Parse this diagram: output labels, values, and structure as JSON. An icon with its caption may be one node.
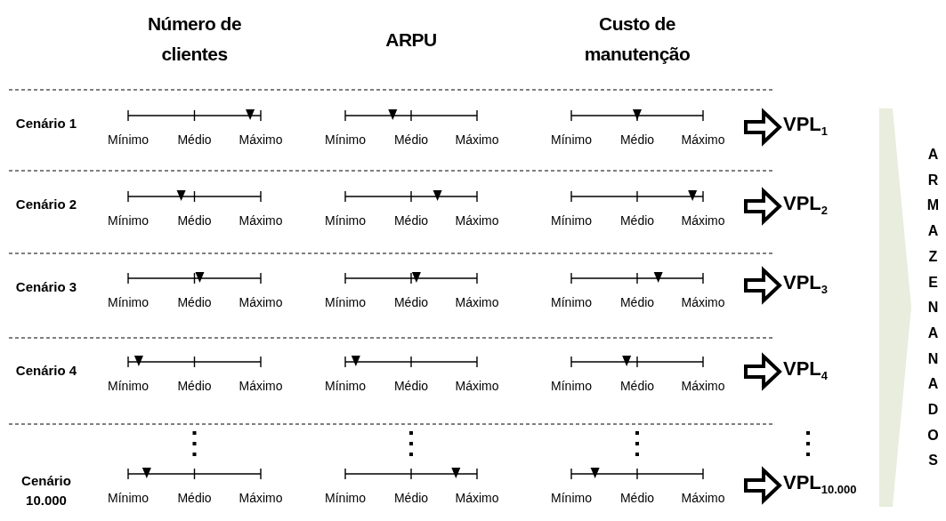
{
  "diagram": {
    "nodes": [
      {
        "text": [
          "VPL$_{1}$"
        ]
      },
      {
        "text": [
          "VPL$_{2}$"
        ]
      },
      {
        "text": [
          "VPL$_{3}$"
        ]
      },
      {
        "text": [
          "VPL$_{4}$"
        ]
      },
      {
        "text": [
          "VPL$_{10.000}$"
        ]
      }
    ],
    "edges": [
      {
        "from": null,
        "to": 0,
        "arrow": "to"
      },
      {
        "from": null,
        "to": 1,
        "arrow": "to"
      },
      {
        "from": null,
        "to": 2,
        "arrow": "to"
      },
      {
        "from": null,
        "to": 3,
        "arrow": "to"
      },
      {
        "from": null,
        "to": 4,
        "arrow": "to"
      }
    ],
    "labels": [
      "Número de clientes",
      "ARPU",
      "Custo de manutenção",
      "Cenário 1",
      "Mínimo",
      "Médio",
      "Máximo",
      "Mínimo",
      "Médio",
      "Máximo",
      "Mínimo",
      "Médio",
      "Máximo",
      "Cenário 2",
      "Mínimo",
      "Médio",
      "Máximo",
      "Mínimo",
      "Médio",
      "Máximo",
      "Mínimo",
      "Médio",
      "Máximo",
      "Cenário 3",
      "Mínimo",
      "Médio",
      "Máximo",
      "Mínimo",
      "Médio",
      "Máximo",
      "Mínimo",
      "Médio",
      "Máximo",
      "Cenário 4",
      "Mínimo",
      "Médio",
      "Máximo",
      "Mínimo",
      "Médio",
      "Máximo",
      "Mínimo",
      "Médio",
      "Máximo",
      "Cenário 10.000",
      "Mínimo",
      "Médio",
      "Máximo",
      "Mínimo",
      "Médio",
      "Máximo",
      "Mínimo",
      "Médio",
      "Máximo",
      "ARMAZENANADOS"
    ]
  }
}
